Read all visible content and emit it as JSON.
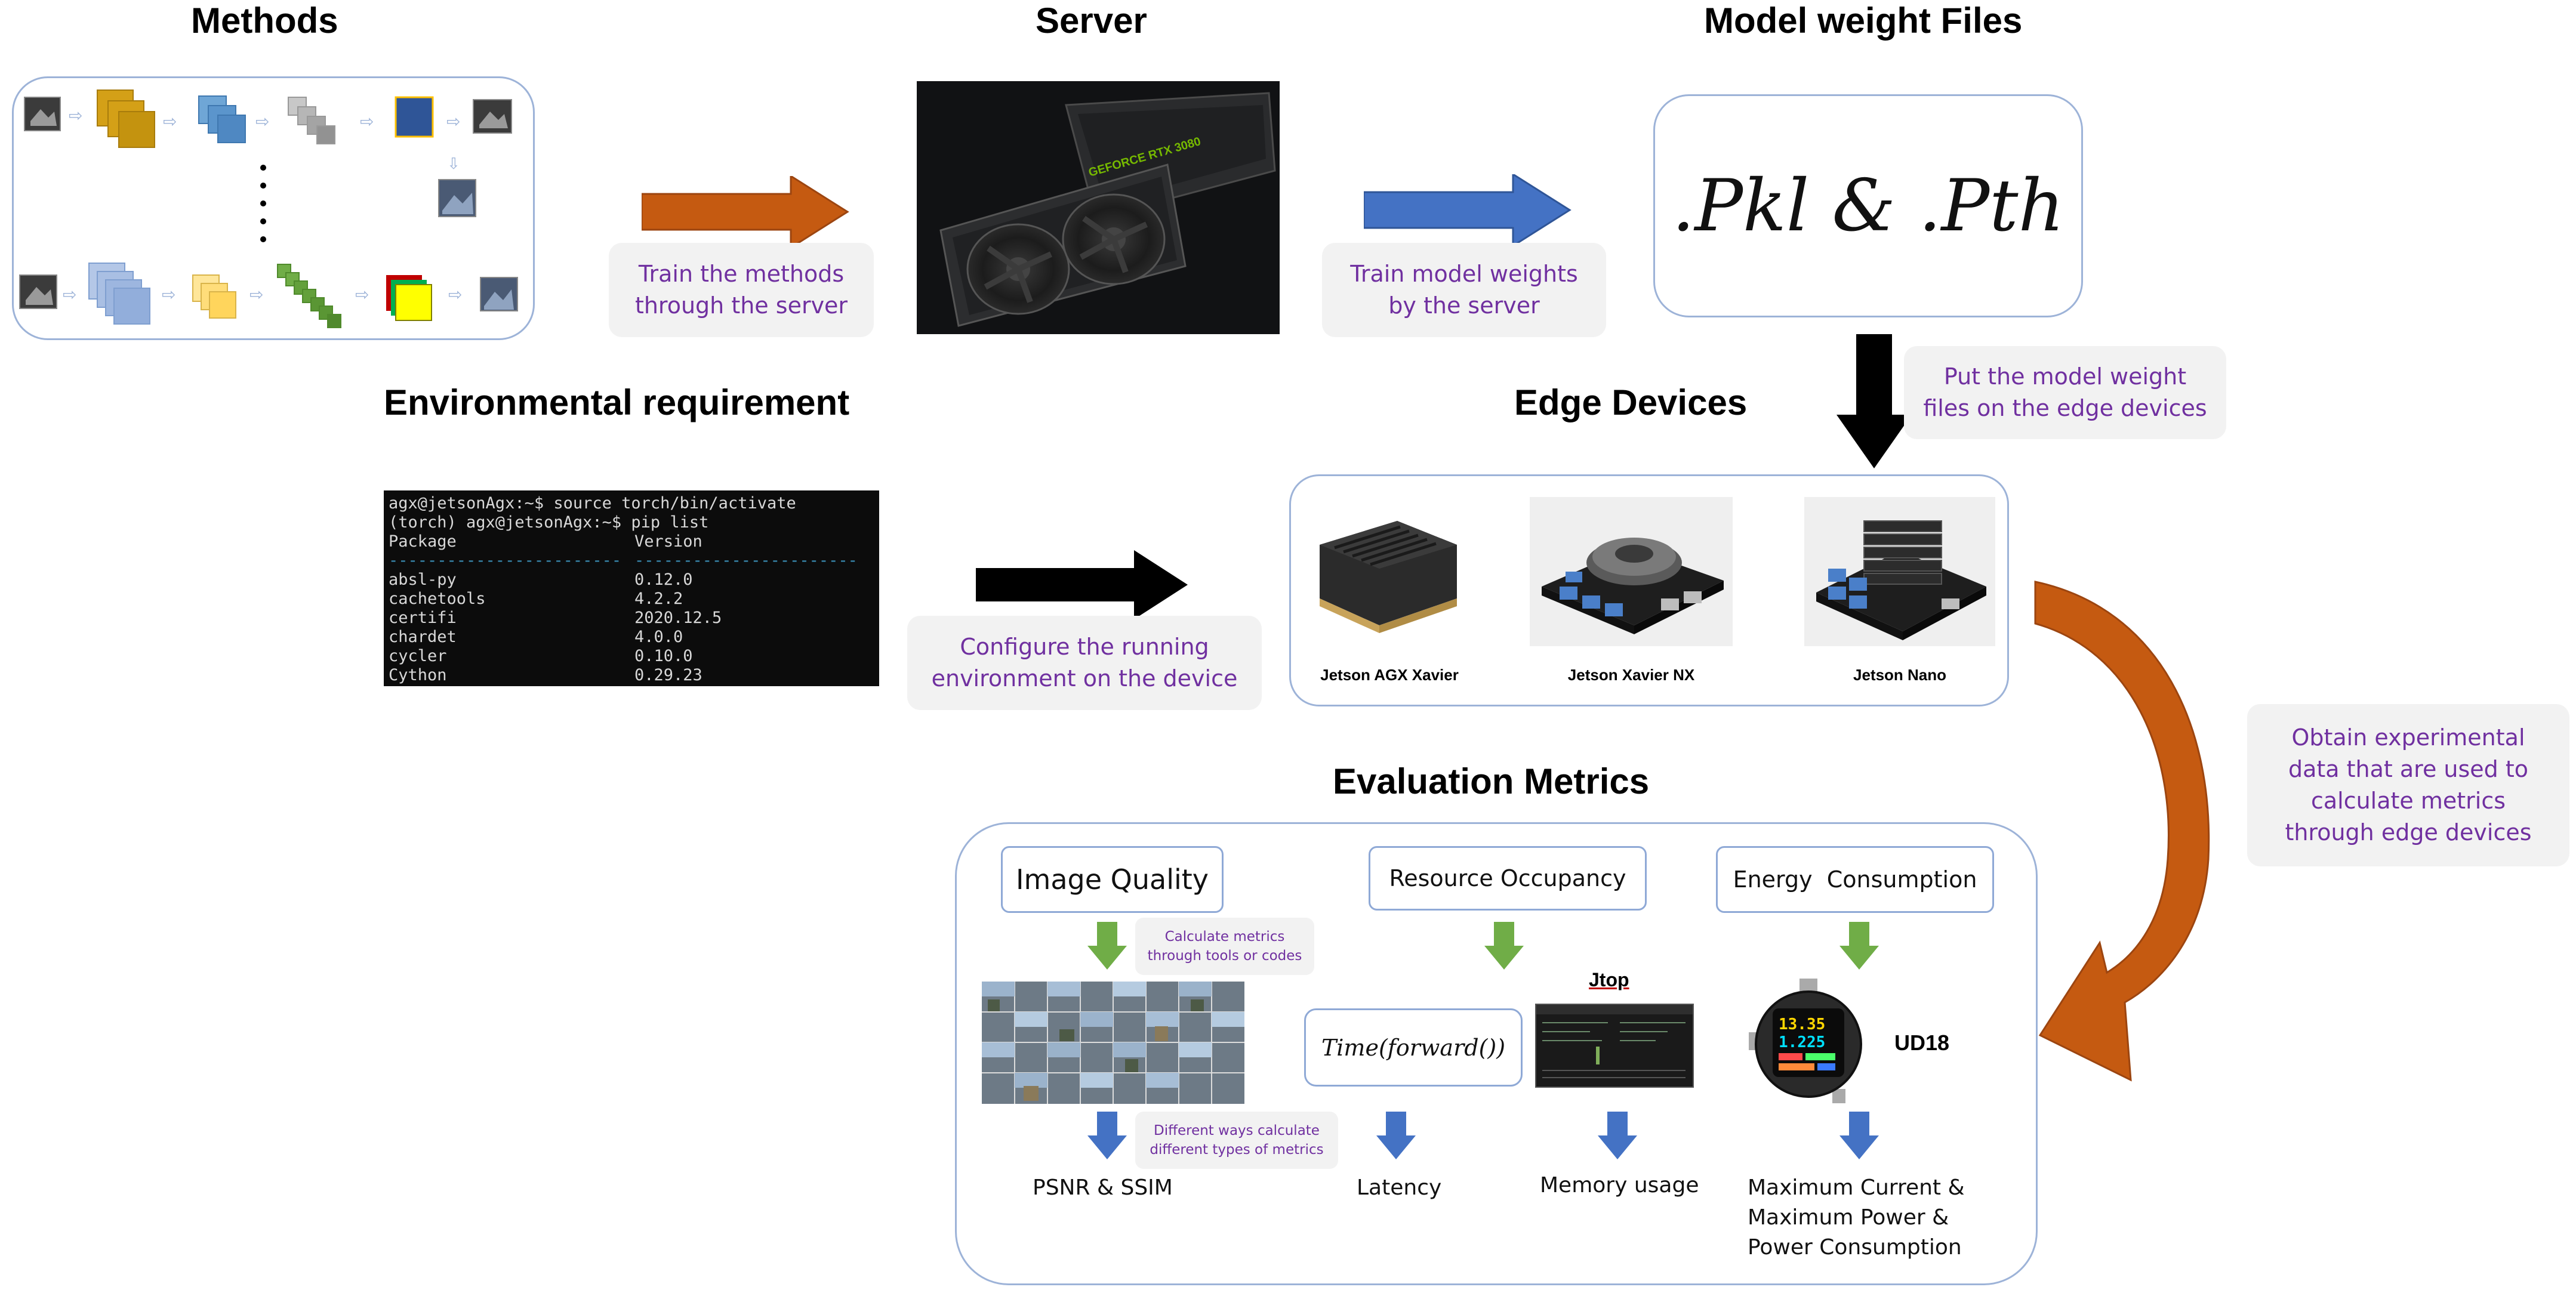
{
  "headings": {
    "methods": "Methods",
    "server": "Server",
    "model_weights": "Model weight Files",
    "env_req": "Environmental requirement",
    "edge_devices": "Edge Devices",
    "eval_metrics": "Evaluation Metrics"
  },
  "notes": {
    "train_methods": [
      "Train the methods",
      "through the server"
    ],
    "train_weights": [
      "Train model weights",
      "by the server"
    ],
    "put_weights": [
      "Put the model weight",
      "files on the edge devices"
    ],
    "configure_env": [
      "Configure the running",
      "environment on the device"
    ],
    "obtain_data": [
      "Obtain experimental",
      "data that are used to",
      "calculate metrics",
      "through edge devices"
    ],
    "calc_metrics": [
      "Calculate metrics",
      "through tools or codes"
    ],
    "diff_ways": [
      "Different ways calculate",
      "different types of metrics"
    ]
  },
  "model_files_text": ".Pkl & .Pth",
  "gpu_brand_text": "GEFORCE RTX 3080",
  "terminal": {
    "line1": "agx@jetsonAgx:~$ source torch/bin/activate",
    "line2": "(torch) agx@jetsonAgx:~$ pip list",
    "header": [
      "Package",
      "Version"
    ],
    "packages": [
      {
        "name": "absl-py",
        "version": "0.12.0"
      },
      {
        "name": "cachetools",
        "version": "4.2.2"
      },
      {
        "name": "certifi",
        "version": "2020.12.5"
      },
      {
        "name": "chardet",
        "version": "4.0.0"
      },
      {
        "name": "cycler",
        "version": "0.10.0"
      },
      {
        "name": "Cython",
        "version": "0.29.23"
      }
    ]
  },
  "devices": [
    "Jetson AGX Xavier",
    "Jetson Xavier NX",
    "Jetson Nano"
  ],
  "metrics": {
    "image_quality": "Image Quality",
    "resource_occupancy": "Resource Occupancy",
    "energy_consumption": "Energy  Consumption",
    "time_formula": "Time(forward())",
    "jtop_label": "Jtop",
    "ud18_label": "UD18",
    "meter_readings": [
      "13.35",
      "1.225"
    ],
    "psnr_ssim": "PSNR & SSIM",
    "latency": "Latency",
    "memory_usage": "Memory usage",
    "power_outputs": [
      "Maximum Current &",
      "Maximum Power &",
      "Power Consumption"
    ]
  },
  "colors": {
    "orange_arrow": "#c55a11",
    "blue_arrow": "#4472c4",
    "black_arrow": "#000000",
    "green_arrow": "#70ad47",
    "note_text": "#7030a0",
    "note_bg": "#f2f2f2",
    "panel_border": "#9db3d8"
  },
  "icons": [
    "pipeline-diagram-icon",
    "gpu-card-image",
    "terminal-image",
    "jetson-device-image",
    "image-grid-thumbnail",
    "jtop-screen-image",
    "usb-power-meter-image"
  ]
}
